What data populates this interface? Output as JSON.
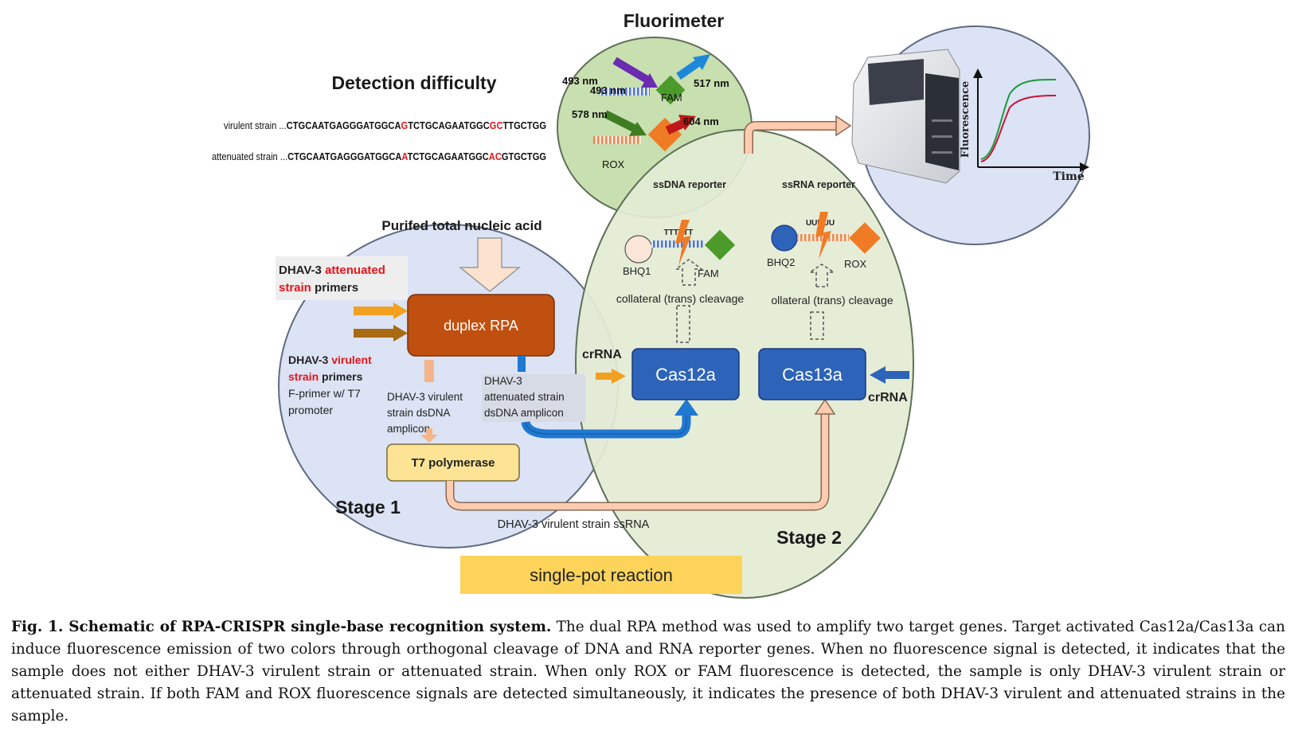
{
  "fluorimeter": {
    "title": "Fluorimeter",
    "wl_493": "493 nm",
    "wl_493_ghost": "493 nm",
    "wl_517": "517 nm",
    "wl_578": "578 nm",
    "wl_604": "604 nm",
    "fam": "FAM",
    "rox": "ROX"
  },
  "detection": {
    "title": "Detection difficulty",
    "virulent_prefix": "virulent strain ...",
    "virulent_seq": [
      "CTGCAATGAGGGATGGCA",
      "G",
      "TCTGCAGAATGGC",
      "GC",
      "TTGCTGG"
    ],
    "attenuated_prefix": "attenuated strain ...",
    "attenuated_seq": [
      "CTGCAATGAGGGATGGCA",
      "A",
      "TCTGCAGAATGGC",
      "AC",
      "GTGCTGG"
    ],
    "highlight_color": "#e8141b"
  },
  "stage1": {
    "input_label": "Purifed total nucleic acid",
    "attenuated_primers": [
      "DHAV-3 ",
      "attenuated",
      "strain",
      " primers"
    ],
    "virulent_primers": [
      "DHAV-3 ",
      "virulent",
      "strain",
      " primers"
    ],
    "f_primer": [
      "F-primer w/ T7",
      "promoter"
    ],
    "duplex": "duplex RPA",
    "virulent_amplicon": [
      "DHAV-3  virulent",
      "strain dsDNA",
      "amplicon"
    ],
    "attenuated_amplicon": [
      "DHAV-3",
      "attenuated strain",
      "dsDNA amplicon"
    ],
    "t7": "T7 polymerase",
    "stage_label": "Stage 1",
    "ssrna": "DHAV-3 virulent strain ssRNA",
    "single_pot": "single-pot reaction"
  },
  "stage2": {
    "ssdna_reporter": "ssDNA reporter",
    "ssrna_reporter": "ssRNA reporter",
    "tttttt": "TTTTTT",
    "uuuuu": "UUUUU",
    "bhq1": "BHQ1",
    "bhq2": "BHQ2",
    "fam": "FAM",
    "rox": "ROX",
    "cleavage1": "collateral (trans) cleavage",
    "cleavage2": "ollateral (trans) cleavage",
    "crrna_left": "crRNA",
    "crrna_right": "crRNA",
    "cas12a": "Cas12a",
    "cas13a": "Cas13a",
    "stage_label": "Stage 2"
  },
  "plot": {
    "ylabel": "Fluorescence",
    "xlabel": "Time"
  },
  "caption": {
    "bold": "Fig. 1.  Schematic of RPA-CRISPR single-base recognition system.",
    "text": " The dual RPA method was used to amplify two target genes. Target activated Cas12a/Cas13a can induce fluorescence emission of two colors through orthogonal cleavage of DNA and RNA reporter genes. When no fluorescence signal is detected, it indicates that the sample does not either DHAV-3 virulent strain or attenuated strain. When only ROX or FAM fluorescence is detected, the sample is only DHAV-3 virulent strain or attenuated strain. If both FAM and ROX fluorescence signals are detected simultaneously, it indicates the presence of both DHAV-3 virulent and attenuated strains in the sample."
  },
  "colors": {
    "stage1_fill": "#dbe3f4",
    "stage2_fill": "#e3ecd4",
    "fluorimeter_fill": "#c8dfb0",
    "cas_blue": "#2d63b8",
    "rpa_orange": "#c05010",
    "t7_yellow": "#fde495",
    "single_pot_yellow": "#fdd35a",
    "fam_green": "#4b9a2a",
    "rox_orange": "#f07b25"
  }
}
